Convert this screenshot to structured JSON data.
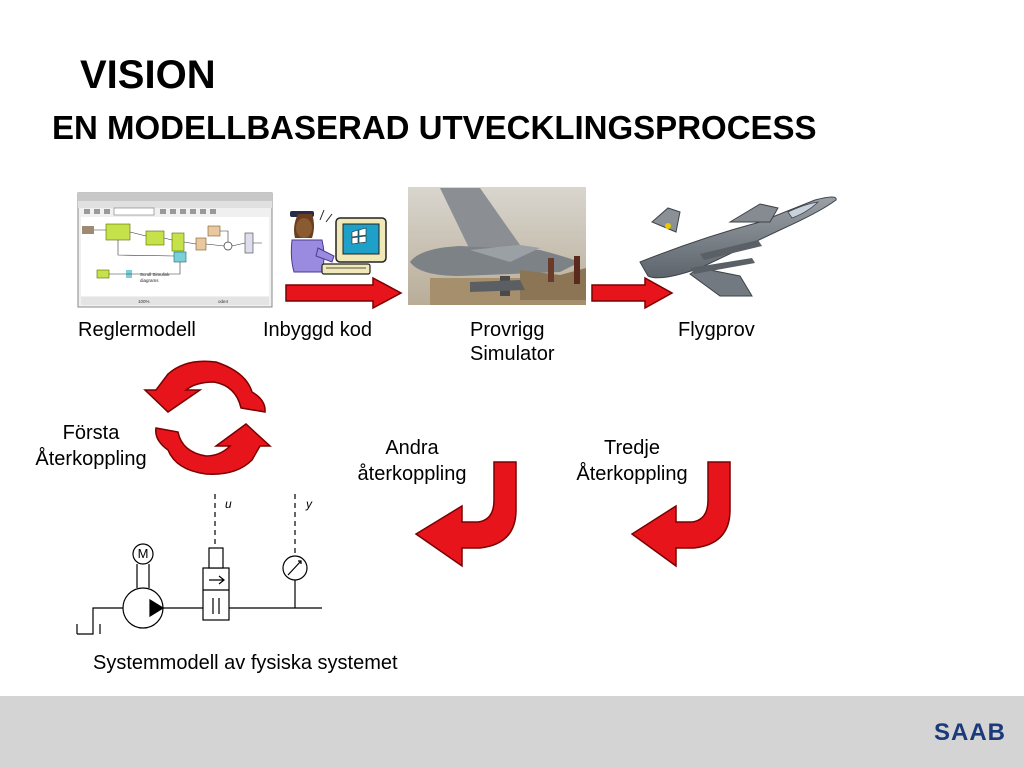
{
  "slide": {
    "title": "VISION",
    "subtitle": "EN MODELLBASERAD UTVECKLINGSPROCESS"
  },
  "process": {
    "steps": [
      {
        "label": "Reglermodell"
      },
      {
        "label": "Inbyggd kod"
      },
      {
        "label": "Provrigg\nSimulator"
      },
      {
        "label": "Flygprov"
      }
    ]
  },
  "feedback": {
    "first": "Första\nÅterkoppling",
    "second": "Andra\nåterkoppling",
    "third": "Tredje\nÅterkoppling"
  },
  "system_model": {
    "caption": "Systemmodell av fysiska systemet",
    "motor_label": "M",
    "signal_u": "u",
    "signal_y": "y"
  },
  "footer": {
    "logo_text": "SAAB"
  },
  "colors": {
    "arrow_red": "#e8141c",
    "footer_gray": "#d4d4d4",
    "logo_blue": "#1a3a7a"
  },
  "icons": [
    "simulink-model-screenshot",
    "programmer-at-computer-icon",
    "test-rig-photo",
    "gripen-aircraft-photo",
    "saab-logo"
  ]
}
